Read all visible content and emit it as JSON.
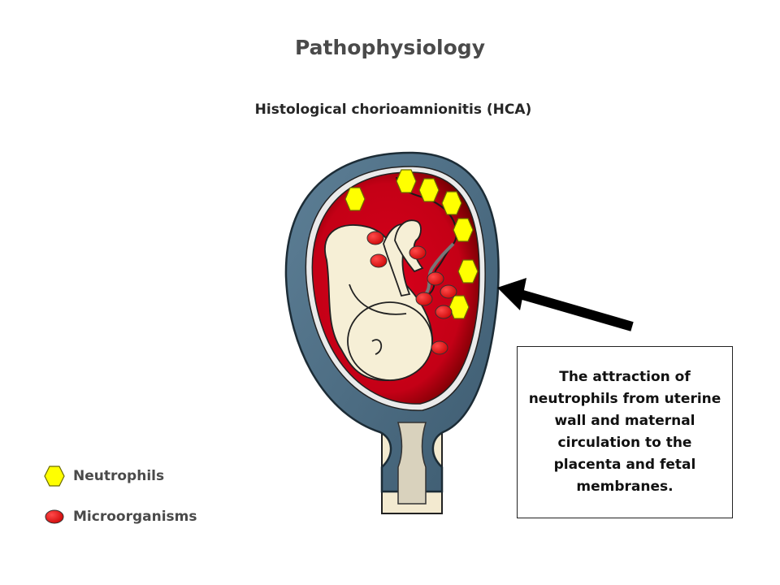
{
  "title": "Pathophysiology",
  "subtitle": "Histological chorioamnionitis (HCA)",
  "callout": "The attraction of neutrophils from uterine wall and maternal circulation to the placenta and fetal membranes.",
  "legend": [
    {
      "label": "Neutrophils",
      "icon": "neutrophil-hexagon-icon",
      "color": "#ffff00"
    },
    {
      "label": "Microorganisms",
      "icon": "microorganism-oval-icon",
      "color": "#e00000"
    }
  ],
  "colors": {
    "uterine_wall": "#4a6b82",
    "amniotic_cavity": "#d4001a",
    "fetus": "#f5eccf",
    "neutrophil": "#ffff00",
    "microorganism": "#e00000"
  }
}
